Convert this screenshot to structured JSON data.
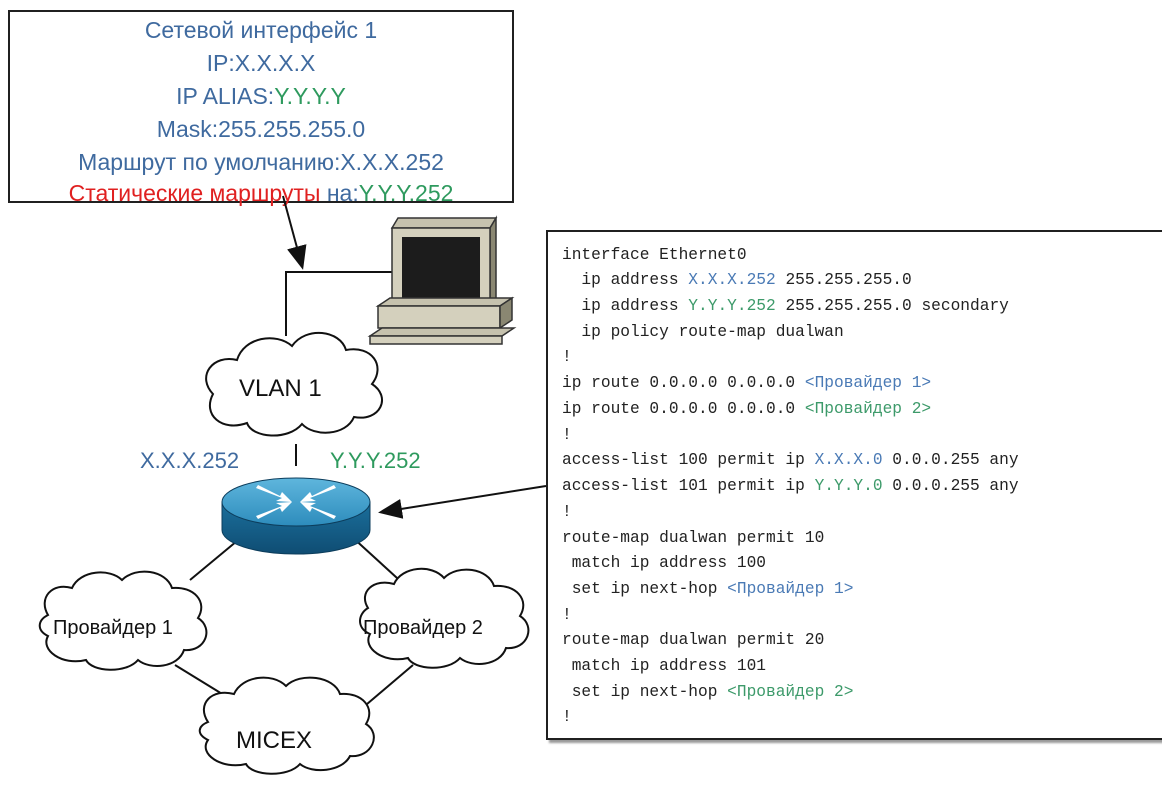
{
  "info_box": {
    "line1": "Сетевой интерфейс 1",
    "line2": "IP:X.X.X.X",
    "line3_prefix": "IP ALIAS:",
    "line3_value": "Y.Y.Y.Y",
    "line4": "Mask:255.255.255.0",
    "line5": "Маршрут по умолчанию:X.X.X.252",
    "line6_red": "Статические маршруты",
    "line6_mid": " на:",
    "line6_value": "Y.Y.Y.252"
  },
  "network": {
    "vlan": "VLAN 1",
    "ip_left": "X.X.X.252",
    "ip_right": "Y.Y.Y.252",
    "provider1": "Провайдер 1",
    "provider2": "Провайдер 2",
    "micex": "MICEX"
  },
  "config": {
    "l1": "interface Ethernet0",
    "l2a": "  ip address ",
    "l2b": "X.X.X.252",
    "l2c": " 255.255.255.0",
    "l3a": "  ip address ",
    "l3b": "Y.Y.Y.252",
    "l3c": " 255.255.255.0 secondary",
    "l4": "  ip policy route-map dualwan",
    "l5": "!",
    "l6a": "ip route 0.0.0.0 0.0.0.0 ",
    "l6b": "<Провайдер 1>",
    "l7a": "ip route 0.0.0.0 0.0.0.0 ",
    "l7b": "<Провайдер 2>",
    "l8": "!",
    "l9a": "access-list 100 permit ip ",
    "l9b": "X.X.X.0",
    "l9c": " 0.0.0.255 any",
    "l10a": "access-list 101 permit ip ",
    "l10b": "Y.Y.Y.0",
    "l10c": " 0.0.0.255 any",
    "l11": "!",
    "l12": "route-map dualwan permit 10",
    "l13": " match ip address 100",
    "l14a": " set ip next-hop ",
    "l14b": "<Провайдер 1>",
    "l15": "!",
    "l16": "route-map dualwan permit 20",
    "l17": " match ip address 101",
    "l18a": " set ip next-hop ",
    "l18b": "<Провайдер 2>",
    "l19": "!"
  },
  "colors": {
    "blue_text": "#3f6a9f",
    "green_text": "#2e9a5e",
    "red_text": "#e02020",
    "router": "#1f80b0"
  }
}
